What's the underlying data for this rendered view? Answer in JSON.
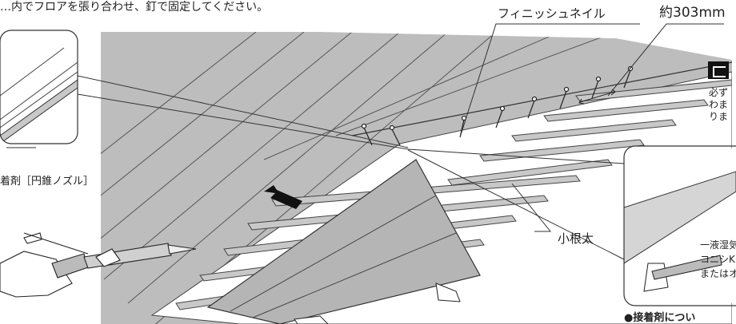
{
  "instruction": "…内でフロアを張り合わせ、釘で固定してください。",
  "labels": {
    "finish_nail": "フィニッシュネイル",
    "spacing": "約303mm",
    "adhesive_nozzle": "着剤［円錐ノズル］",
    "joist": "小根太"
  },
  "note_box": {
    "line1": "必ず",
    "line2": "わま",
    "line3": "りま"
  },
  "inset_right": {
    "line1": "一液湿気",
    "line2": "コニシK",
    "line3": "またはオ",
    "heading": "●接着剤につい"
  }
}
